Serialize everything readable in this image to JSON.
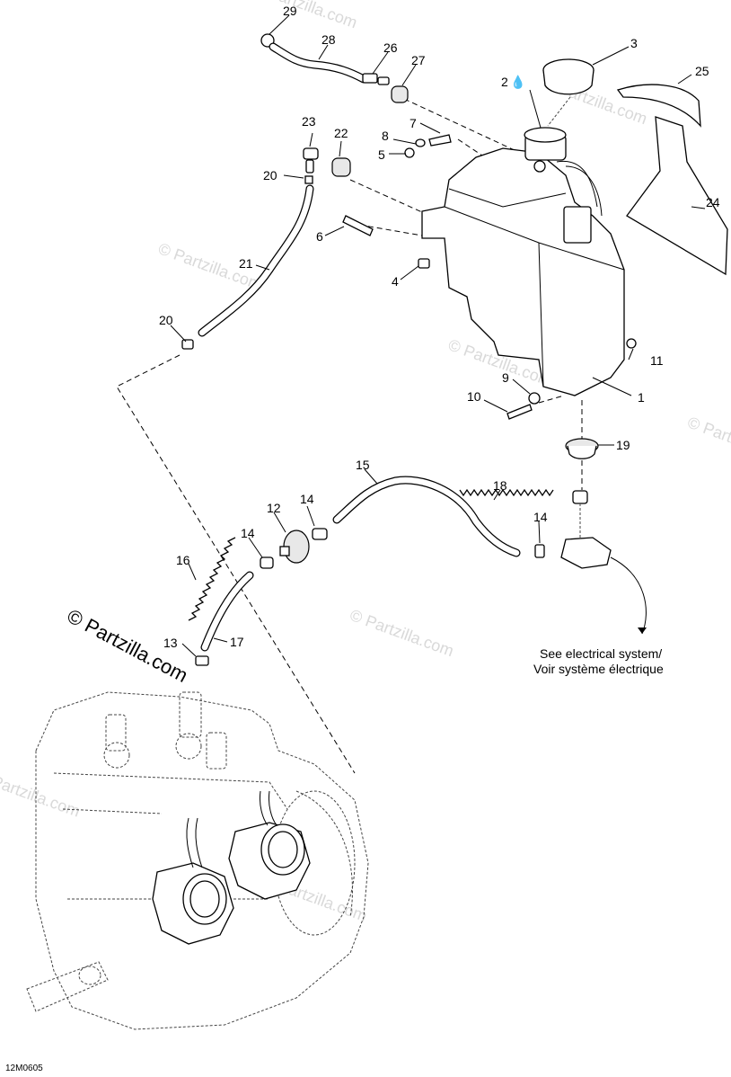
{
  "diagram": {
    "callouts": [
      "1",
      "2",
      "4",
      "5",
      "6",
      "7",
      "8",
      "9",
      "10",
      "11",
      "12",
      "13",
      "14",
      "14",
      "14",
      "15",
      "16",
      "17",
      "18",
      "19",
      "20",
      "20",
      "21",
      "22",
      "23",
      "24",
      "25",
      "26",
      "27",
      "28",
      "29"
    ],
    "note_line1": "See electrical system/",
    "note_line2": "Voir système électrique",
    "watermark": "© Partzilla.com",
    "copyright": "© Partzilla.com",
    "figure_code": "12M0605"
  }
}
